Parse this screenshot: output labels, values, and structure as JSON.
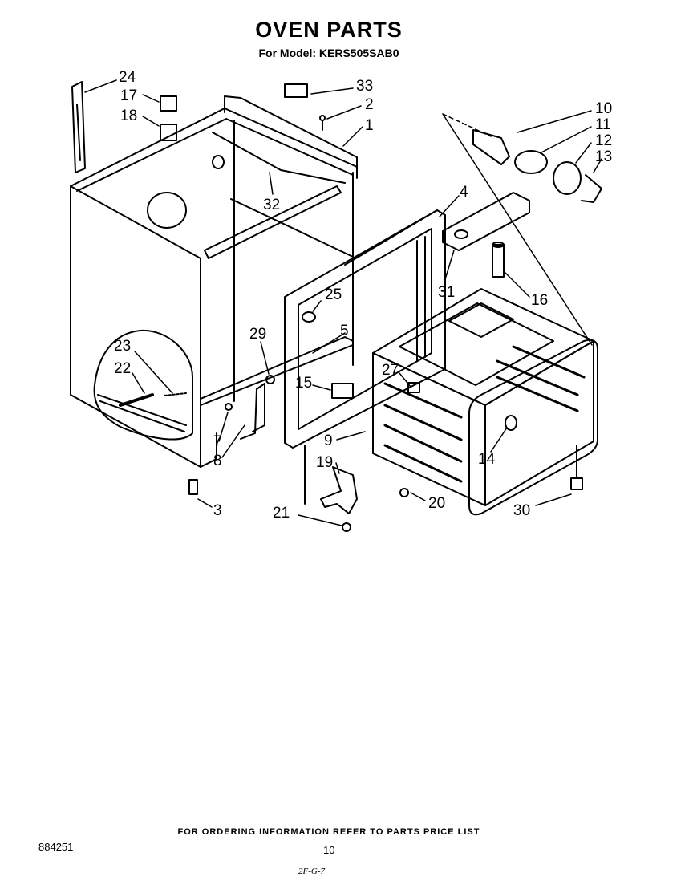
{
  "header": {
    "title": "OVEN PARTS",
    "model_line": "For Model: KERS505SAB0"
  },
  "callouts": [
    "24",
    "17",
    "18",
    "33",
    "2",
    "1",
    "10",
    "11",
    "12",
    "13",
    "32",
    "4",
    "31",
    "16",
    "25",
    "29",
    "5",
    "23",
    "22",
    "15",
    "27",
    "7",
    "8",
    "9",
    "14",
    "19",
    "20",
    "3",
    "21",
    "30"
  ],
  "footer": {
    "ordering_note": "FOR ORDERING INFORMATION REFER TO PARTS PRICE LIST",
    "doc_number": "884251",
    "page_number": "10",
    "stamp": "2F-G-7"
  }
}
